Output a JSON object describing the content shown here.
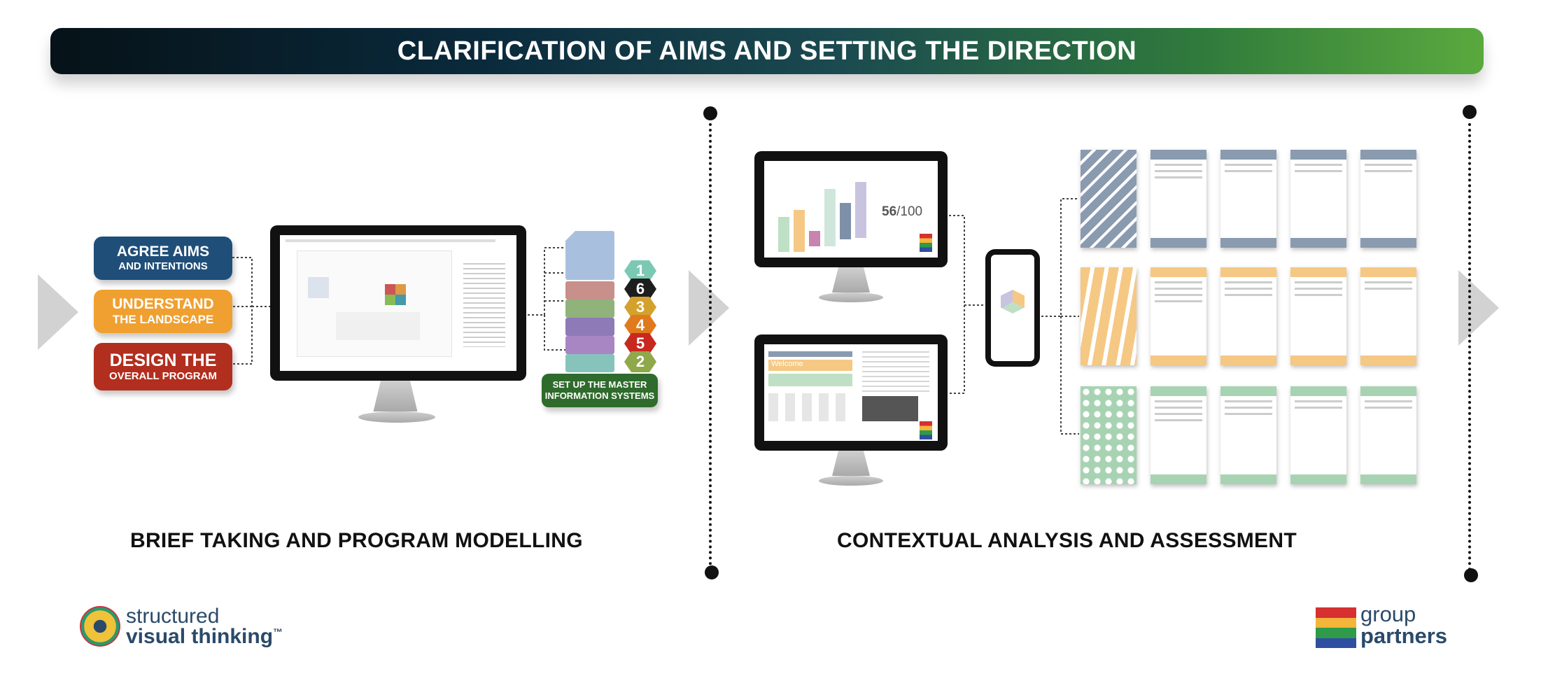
{
  "banner": {
    "title": "CLARIFICATION OF AIMS AND SETTING THE DIRECTION"
  },
  "left_section": {
    "title": "BRIEF TAKING AND PROGRAM MODELLING",
    "pills": [
      {
        "line1": "AGREE AIMS",
        "line2": "AND INTENTIONS",
        "color": "#1f4e79"
      },
      {
        "line1": "UNDERSTAND",
        "line2": "THE LANDSCAPE",
        "color": "#f0a030"
      },
      {
        "line1": "DESIGN THE",
        "line2": "OVERALL PROGRAM",
        "color": "#b22e1e"
      }
    ],
    "stack_numbers": [
      "1",
      "6",
      "3",
      "4",
      "5",
      "2"
    ],
    "master_button": {
      "line1": "SET UP THE MASTER",
      "line2": "INFORMATION SYSTEMS"
    }
  },
  "right_section": {
    "title": "CONTEXTUAL ANALYSIS AND ASSESSMENT",
    "score": {
      "value": "56",
      "total": "/100"
    },
    "welcome": "Welcome"
  },
  "brand_left": {
    "line1": "structured",
    "line2": "visual thinking",
    "tm": "™"
  },
  "brand_right": {
    "line1": "group",
    "line2": "partners"
  },
  "colors": {
    "blue": "#8a9bb0",
    "orange": "#f5c884",
    "green": "#a8d3b3"
  }
}
